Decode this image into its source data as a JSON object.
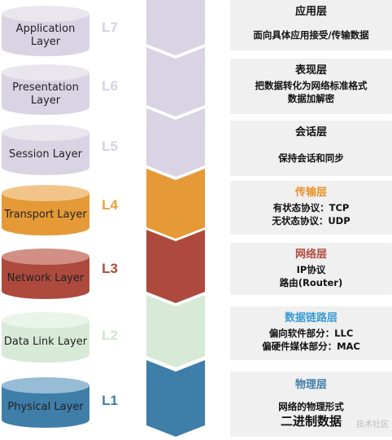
{
  "layers": [
    {
      "name": "Application Layer",
      "level": "L7",
      "title": "应用层",
      "lines": [
        "面向具体应用接受/传输数据"
      ],
      "color": "#d9d3e3",
      "top": "#e9e6ee",
      "num_color": "#d7d1e2",
      "title_color": "#111111"
    },
    {
      "name": "Presentation Layer",
      "level": "L6",
      "title": "表现层",
      "lines": [
        "把数据转化为网络标准格式",
        "数据加解密"
      ],
      "color": "#d9d3e3",
      "top": "#e9e6ee",
      "num_color": "#d7d1e2",
      "title_color": "#111111"
    },
    {
      "name": "Session Layer",
      "level": "L5",
      "title": "会话层",
      "lines": [
        "保持会话和同步"
      ],
      "color": "#d9d3e3",
      "top": "#e9e6ee",
      "num_color": "#d7d1e2",
      "title_color": "#111111"
    },
    {
      "name": "Transport Layer",
      "level": "L4",
      "title": "传输层",
      "lines": [
        "有状态协议：TCP",
        "无状态协议：UDP"
      ],
      "color": "#e59a37",
      "top": "#f1c58a",
      "num_color": "#e8a13f",
      "title_color": "#e8922b"
    },
    {
      "name": "Network Layer",
      "level": "L3",
      "title": "网络层",
      "lines": [
        "IP协议",
        "路由(Router)"
      ],
      "color": "#ad4a3d",
      "top": "#d28f85",
      "num_color": "#b04b3c",
      "title_color": "#b04b3c"
    },
    {
      "name": "Data Link Layer",
      "level": "L2",
      "title": "数据链路层",
      "lines": [
        "偏向软件部分：LLC",
        "偏硬件媒体部分：MAC"
      ],
      "color": "#d7ead7",
      "top": "#eaf4ea",
      "num_color": "#cfe5cf",
      "title_color": "#3a9ad6"
    },
    {
      "name": "Physical Layer",
      "level": "L1",
      "title": "物理层",
      "lines": [
        "网络的物理形式",
        "二进制数据"
      ],
      "color": "#3f7ea9",
      "top": "#97bcd6",
      "num_color": "#3f7ea9",
      "title_color": "#3f7ea9"
    }
  ],
  "watermark": "技术社区"
}
